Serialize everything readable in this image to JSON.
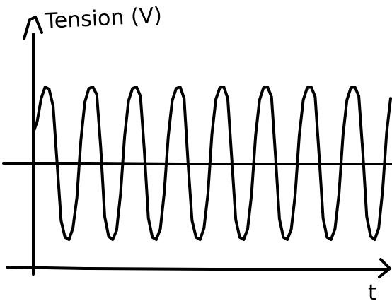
{
  "chart_data": {
    "type": "line",
    "ylabel": "Tension (V)",
    "xlabel": "t",
    "title": "",
    "grid": false,
    "legend": "none",
    "ink_color": "#000000",
    "background_color": "#ffffff",
    "series": [
      {
        "x": [
          0.0,
          0.05,
          0.1,
          0.15,
          0.2,
          0.25,
          0.3,
          0.35,
          0.4,
          0.45,
          0.5,
          0.55,
          0.6,
          0.65,
          0.7,
          0.75,
          0.8,
          0.85,
          0.9,
          0.95,
          1.0,
          1.05,
          1.1,
          1.15,
          1.2,
          1.25,
          1.3,
          1.35,
          1.4,
          1.45,
          1.5,
          1.55,
          1.6,
          1.65,
          1.7,
          1.75,
          1.8,
          1.85,
          1.9,
          1.95,
          2.0,
          2.05,
          2.1,
          2.15,
          2.2,
          2.25,
          2.3,
          2.35,
          2.4,
          2.45,
          2.5,
          2.55,
          2.6,
          2.65,
          2.7,
          2.75,
          2.8,
          2.85,
          2.9,
          2.95,
          3.0,
          3.05,
          3.1,
          3.15,
          3.2,
          3.25,
          3.3,
          3.35,
          3.4,
          3.45,
          3.5,
          3.55,
          3.6,
          3.65,
          3.7,
          3.75,
          3.8,
          3.85,
          3.9,
          3.95,
          4.0,
          4.05,
          4.1,
          4.15,
          4.2,
          4.25,
          4.3,
          4.35,
          4.4,
          4.45,
          4.5
        ],
        "y": [
          0.4,
          0.55,
          0.85,
          1.0,
          0.97,
          0.75,
          0.0,
          -0.75,
          -0.97,
          -1.0,
          -0.85,
          -0.45,
          0.3,
          0.8,
          0.98,
          1.0,
          0.9,
          0.2,
          -0.7,
          -0.96,
          -1.0,
          -0.88,
          -0.4,
          0.35,
          0.82,
          0.98,
          1.0,
          0.88,
          0.15,
          -0.72,
          -0.97,
          -1.0,
          -0.86,
          -0.38,
          0.35,
          0.82,
          0.98,
          1.0,
          0.85,
          0.0,
          -0.75,
          -0.97,
          -1.0,
          -0.85,
          -0.4,
          0.38,
          0.84,
          0.99,
          1.0,
          0.85,
          0.05,
          -0.74,
          -0.97,
          -1.0,
          -0.86,
          -0.4,
          0.36,
          0.83,
          0.99,
          1.0,
          0.87,
          0.1,
          -0.73,
          -0.97,
          -1.0,
          -0.86,
          -0.4,
          0.36,
          0.83,
          0.99,
          1.0,
          0.87,
          0.1,
          -0.72,
          -0.97,
          -1.0,
          -0.86,
          -0.4,
          0.36,
          0.83,
          0.99,
          1.0,
          0.88,
          0.15,
          -0.7,
          -0.96,
          -1.0,
          -0.85,
          -0.35,
          0.4,
          0.85
        ]
      }
    ]
  }
}
